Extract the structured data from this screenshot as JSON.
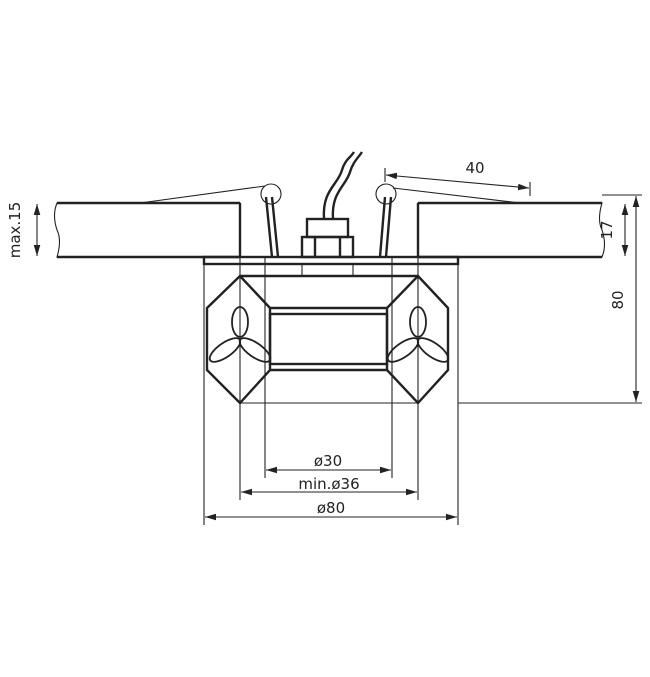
{
  "drawing": {
    "dimensions": {
      "max_thickness": "max.15",
      "spring_length": "40",
      "flange_height": "17",
      "total_height": "80",
      "inner_diameter": "ø30",
      "cutout_diameter": "min.ø36",
      "outer_diameter": "ø80"
    },
    "line_color": "#222222"
  }
}
